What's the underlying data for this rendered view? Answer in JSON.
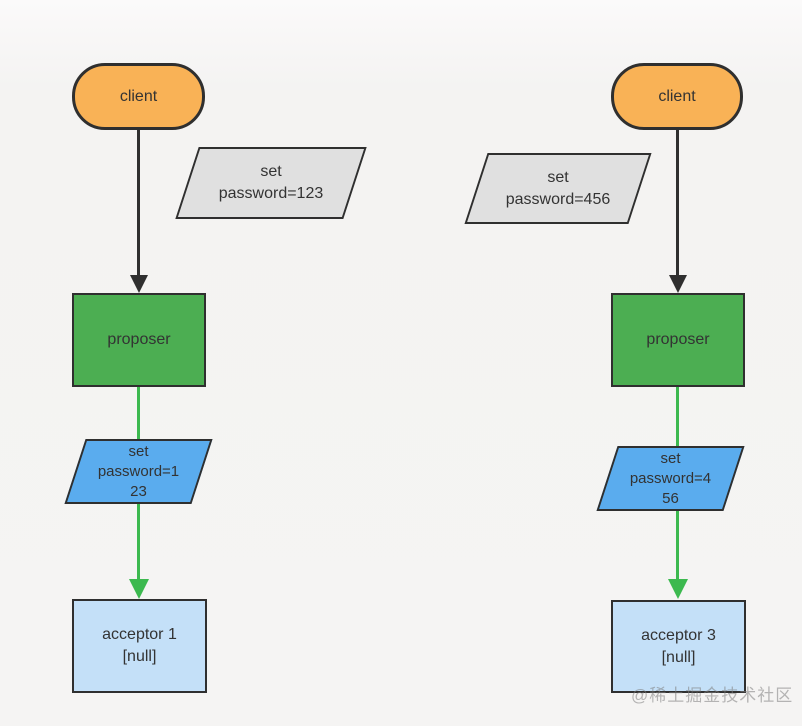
{
  "diagram": {
    "watermark": "@稀土掘金技术社区",
    "colors": {
      "background": "#F5F4F3",
      "client_fill": "#F9B256",
      "proposer_fill": "#4CAE52",
      "request_message_fill": "#E0E0E0",
      "propose_message_fill": "#5AACEE",
      "acceptor_fill": "#C4E0F8",
      "shape_border": "#2F2F2F",
      "arrow_black": "#2F2F2F",
      "arrow_green": "#3CB94F",
      "text": "#333333"
    },
    "left": {
      "client_label": "client",
      "request_label": "set\npassword=123",
      "proposer_label": "proposer",
      "propose_label": "set\npassword=1\n23",
      "acceptor_name": "acceptor 1",
      "acceptor_state": "[null]"
    },
    "right": {
      "client_label": "client",
      "request_label": "set\npassword=456",
      "proposer_label": "proposer",
      "propose_label": "set\npassword=4\n56",
      "acceptor_name": "acceptor 3",
      "acceptor_state": "[null]"
    }
  }
}
